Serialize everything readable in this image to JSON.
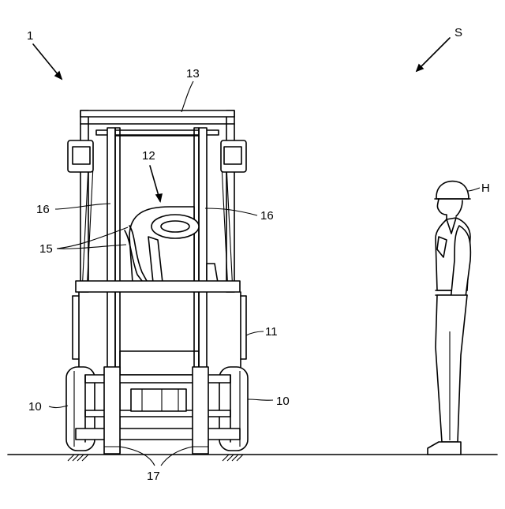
{
  "figure": {
    "labels": {
      "ref_1": "1",
      "ref_S": "S",
      "ref_13": "13",
      "ref_12": "12",
      "ref_H": "H",
      "ref_16_left": "16",
      "ref_16_right": "16",
      "ref_15": "15",
      "ref_11": "11",
      "ref_10_left": "10",
      "ref_10_right": "10",
      "ref_17": "17"
    }
  }
}
